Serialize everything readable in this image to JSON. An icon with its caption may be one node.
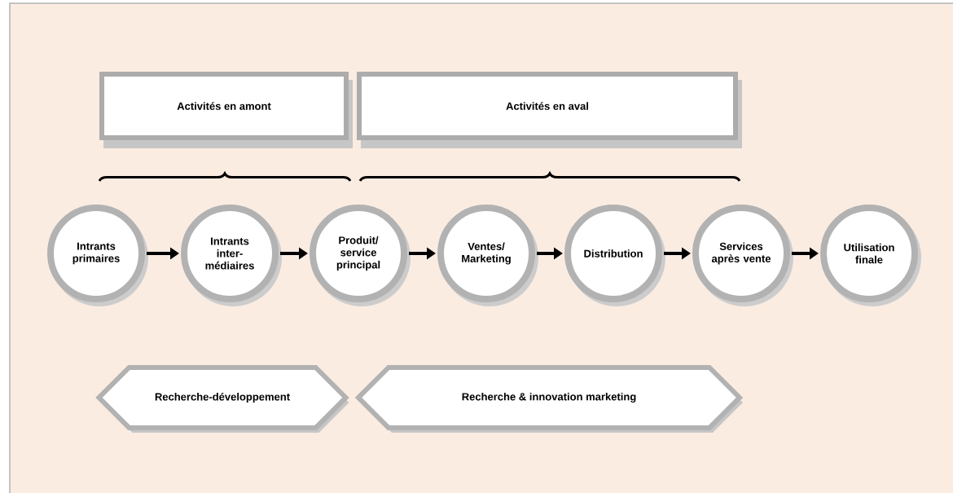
{
  "diagram": {
    "nodes": [
      {
        "text": [
          "Activités en amont"
        ]
      },
      {
        "text": [
          "Activités en aval"
        ]
      },
      {
        "text": [
          "Intrants primaires"
        ]
      },
      {
        "text": [
          "Intrants inter- médiaires"
        ]
      },
      {
        "text": [
          "Produit/ service principal"
        ]
      },
      {
        "text": [
          "Ventes/ Marketing"
        ]
      },
      {
        "text": [
          "Distribution"
        ]
      },
      {
        "text": [
          "Services après vente"
        ]
      },
      {
        "text": [
          "Utilisation finale"
        ]
      },
      {
        "text": [
          "Recherche-développement"
        ]
      },
      {
        "text": [
          "Recherche & innovation marketing"
        ]
      }
    ],
    "edges": [
      {
        "from": 2,
        "to": 3,
        "arrow": "to"
      },
      {
        "from": 3,
        "to": 4,
        "arrow": "to"
      },
      {
        "from": 4,
        "to": 5,
        "arrow": "to"
      },
      {
        "from": 5,
        "to": 6,
        "arrow": "to"
      },
      {
        "from": 6,
        "to": 7,
        "arrow": "to"
      },
      {
        "from": 7,
        "to": 8,
        "arrow": "to"
      }
    ]
  }
}
